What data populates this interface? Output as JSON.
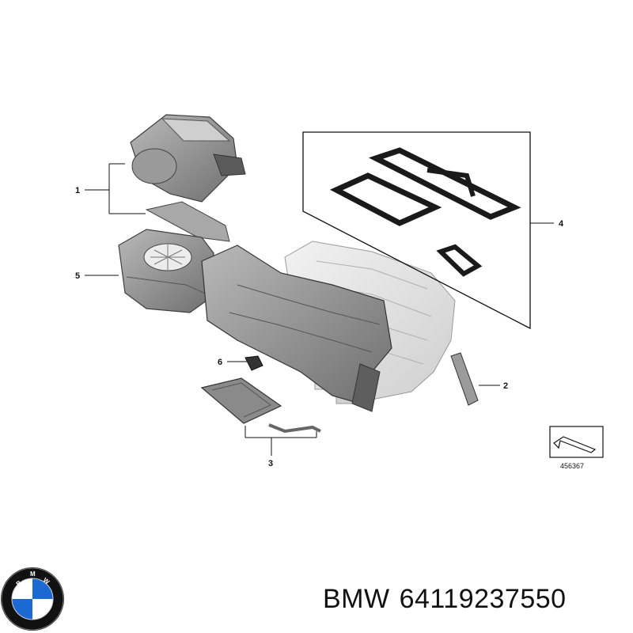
{
  "callouts": {
    "c1": "1",
    "c2": "2",
    "c3": "3",
    "c4": "4",
    "c5": "5",
    "c6": "6"
  },
  "reference_number": "456367",
  "logo": {
    "letters": "BMW",
    "colors": {
      "blue": "#1c69d4",
      "black": "#111111",
      "white": "#ffffff"
    }
  },
  "caption": {
    "brand": "BMW",
    "part_number": "64119237550"
  }
}
